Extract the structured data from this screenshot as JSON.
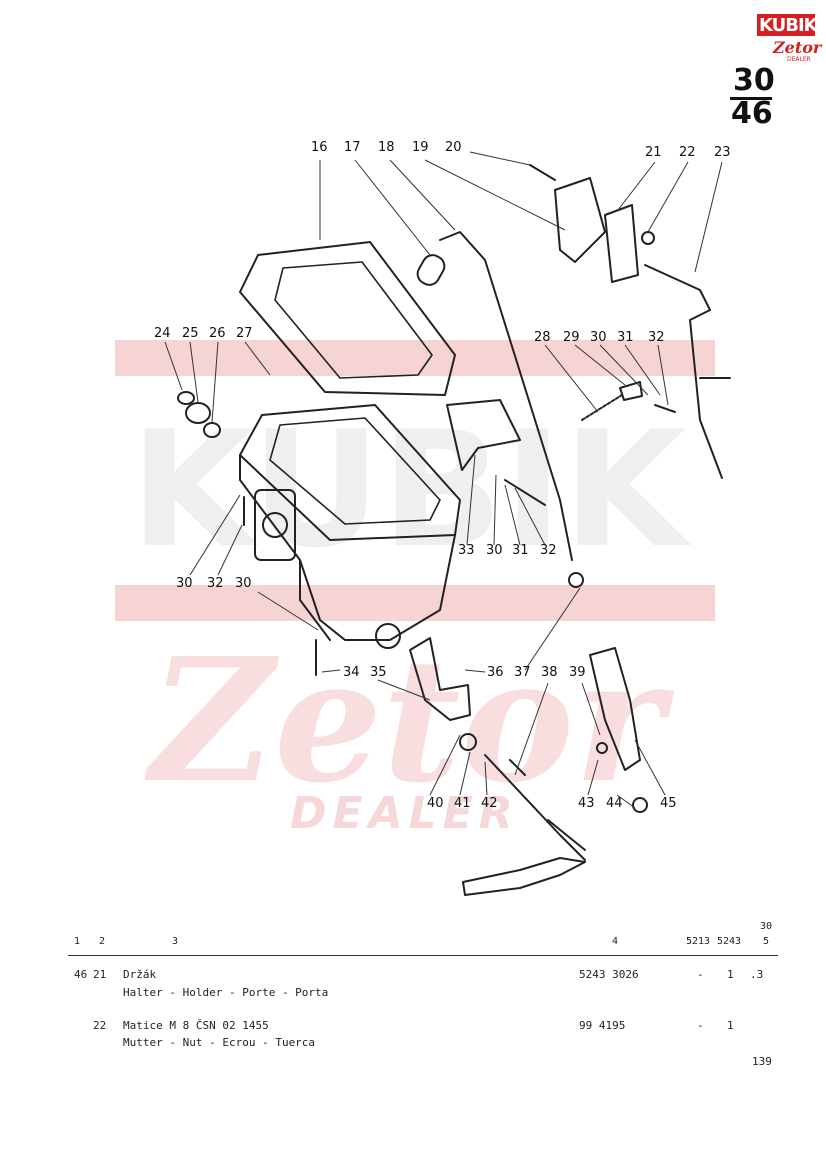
{
  "logo": {
    "brand": "KUBIK",
    "sub": "Zetor",
    "dealer": "DEALER"
  },
  "page": {
    "group_top": "30",
    "group_bottom": "46",
    "page_number": "139"
  },
  "watermark": {
    "brand": "KUBIK",
    "sub": "Zetor",
    "dealer": "DEALER",
    "color": "#f3c9c9"
  },
  "callouts": [
    {
      "label": "16"
    },
    {
      "label": "17"
    },
    {
      "label": "18"
    },
    {
      "label": "19"
    },
    {
      "label": "20"
    },
    {
      "label": "21"
    },
    {
      "label": "22"
    },
    {
      "label": "23"
    },
    {
      "label": "24"
    },
    {
      "label": "25"
    },
    {
      "label": "26"
    },
    {
      "label": "27"
    },
    {
      "label": "28"
    },
    {
      "label": "29"
    },
    {
      "label": "30"
    },
    {
      "label": "31"
    },
    {
      "label": "32"
    },
    {
      "label": "33"
    },
    {
      "label": "30"
    },
    {
      "label": "31"
    },
    {
      "label": "32"
    },
    {
      "label": "30"
    },
    {
      "label": "32"
    },
    {
      "label": "30"
    },
    {
      "label": "34"
    },
    {
      "label": "35"
    },
    {
      "label": "36"
    },
    {
      "label": "37"
    },
    {
      "label": "38"
    },
    {
      "label": "39"
    },
    {
      "label": "40"
    },
    {
      "label": "41"
    },
    {
      "label": "42"
    },
    {
      "label": "43"
    },
    {
      "label": "44"
    },
    {
      "label": "45"
    }
  ],
  "table": {
    "header_top_col5": "30",
    "headers": [
      "1",
      "2",
      "3",
      "4",
      "5213",
      "5243",
      "5"
    ],
    "rows": [
      {
        "col1": "46",
        "col2": "21",
        "name": "Držák",
        "translations": "Halter - Holder - Porte - Porta",
        "part_no": "5243 3026",
        "q5213": "-",
        "q5243": "1",
        "q5": ".3"
      },
      {
        "col1": "",
        "col2": "22",
        "name": "Matice M 8 ČSN 02 1455",
        "translations": "Mutter - Nut - Ecrou - Tuerca",
        "part_no": "99 4195",
        "q5213": "-",
        "q5243": "1",
        "q5": ""
      }
    ]
  }
}
